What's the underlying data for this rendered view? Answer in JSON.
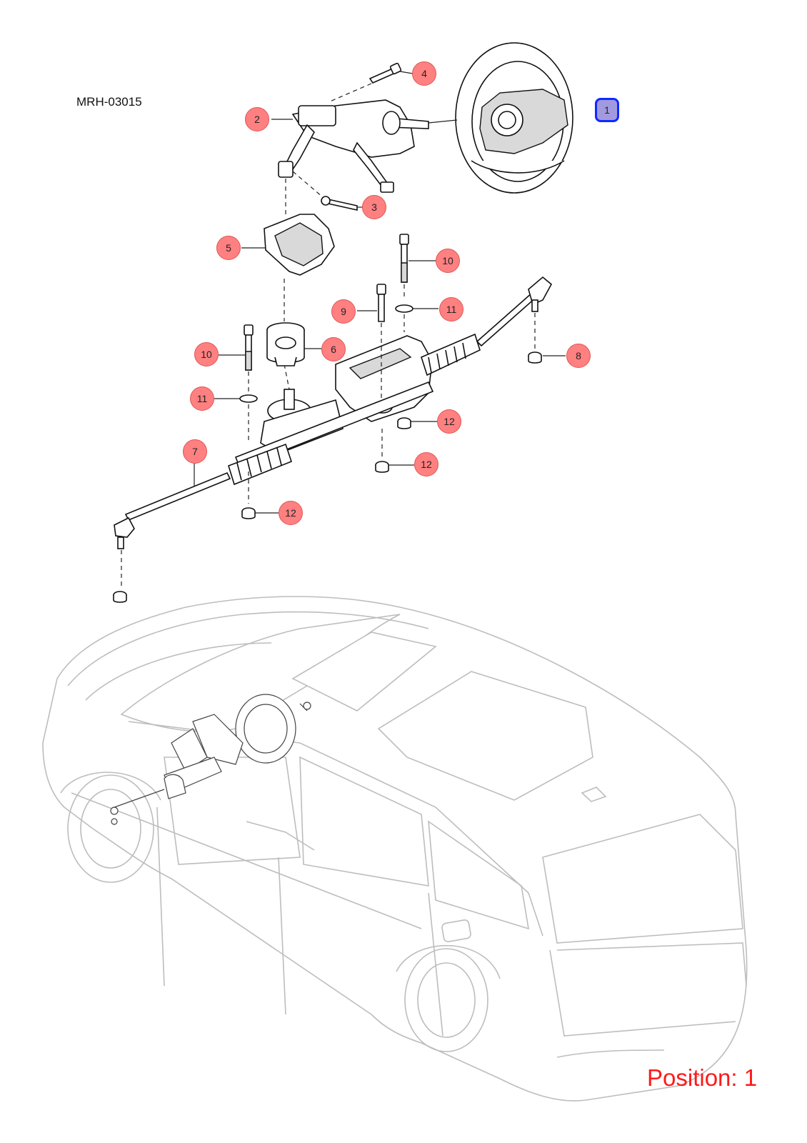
{
  "diagram": {
    "code": "MRH-03015",
    "position_text": "Position: 1",
    "selected_part": "1",
    "accent_color": "#1028ff",
    "callout_color": "#ff8080",
    "position_color": "#ff1a1a"
  },
  "callouts": [
    "1",
    "2",
    "3",
    "4",
    "5",
    "6",
    "7",
    "8",
    "9",
    "10",
    "11",
    "12"
  ]
}
